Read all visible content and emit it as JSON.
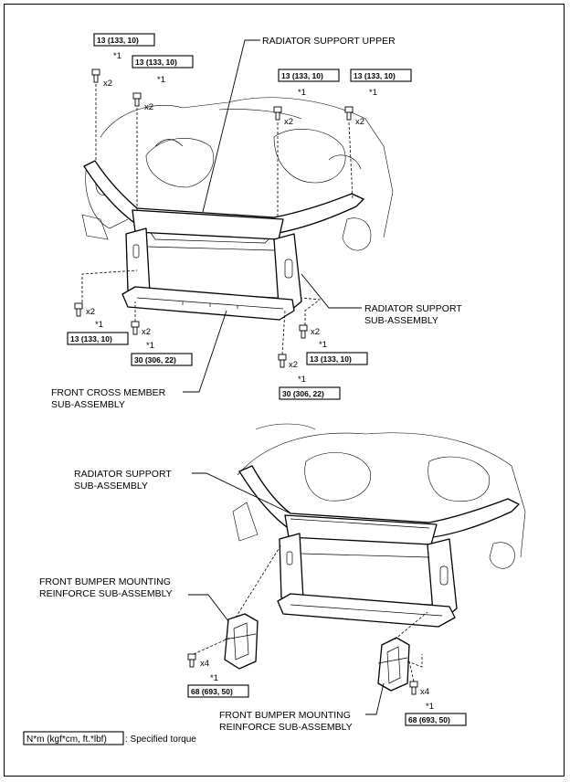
{
  "labels": {
    "radiator_support_upper": "RADIATOR SUPPORT UPPER",
    "radiator_support_sub1": [
      "RADIATOR SUPPORT",
      "SUB-ASSEMBLY"
    ],
    "front_cross_member": [
      "FRONT CROSS MEMBER",
      "SUB-ASSEMBLY"
    ],
    "radiator_support_sub2": [
      "RADIATOR SUPPORT",
      "SUB-ASSEMBLY"
    ],
    "bumper_reinforce_left": [
      "FRONT BUMPER MOUNTING",
      "REINFORCE SUB-ASSEMBLY"
    ],
    "bumper_reinforce_right": [
      "FRONT BUMPER MOUNTING",
      "REINFORCE SUB-ASSEMBLY"
    ]
  },
  "torque": {
    "t13": "13 (133, 10)",
    "t30": "30 (306, 22)",
    "t68": "68 (693, 50)"
  },
  "qty": {
    "x2": "x2",
    "x4": "x4"
  },
  "note_ref": "*1",
  "legend": {
    "unit": "N*m (kgf*cm, ft.*lbf)",
    "desc": ": Specified torque"
  }
}
